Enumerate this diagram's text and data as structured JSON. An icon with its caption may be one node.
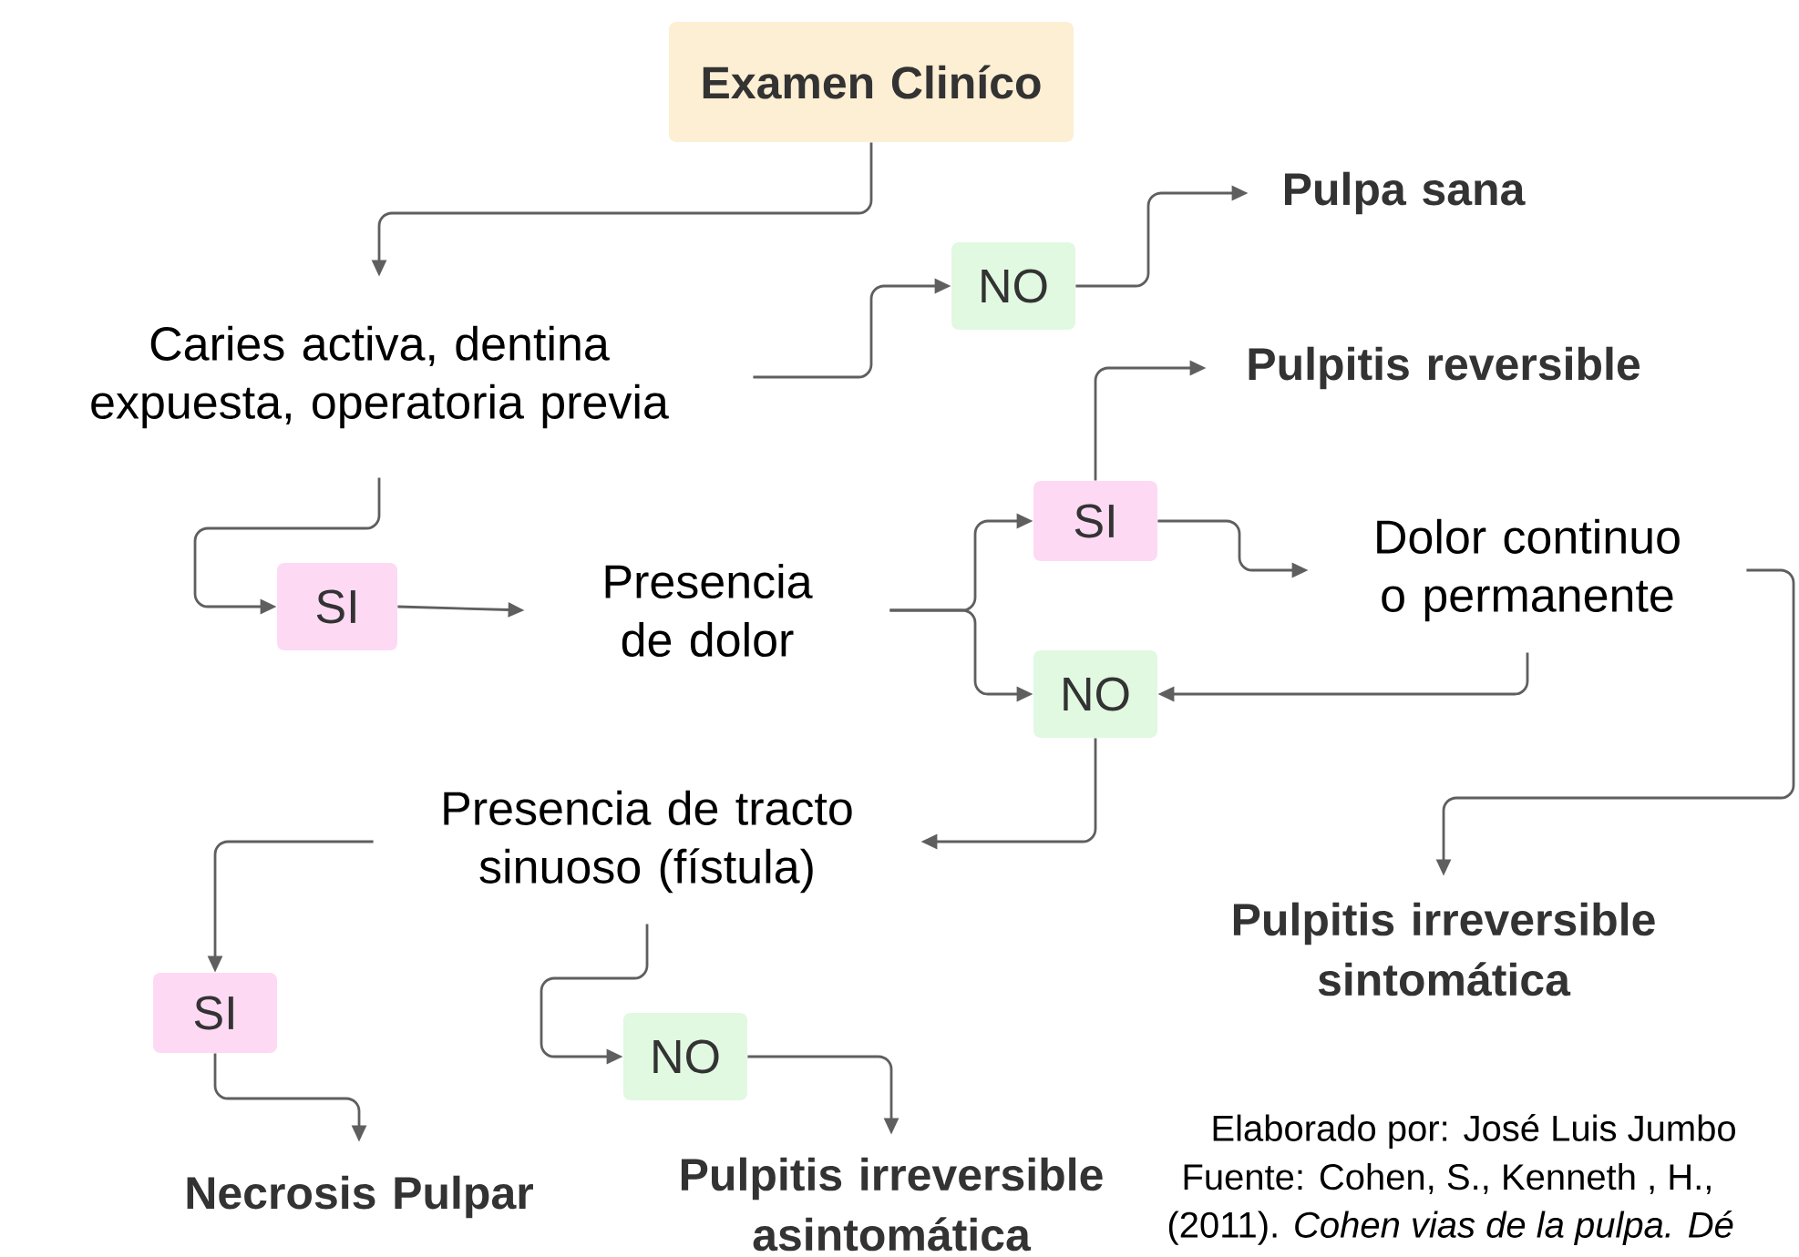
{
  "diagram": {
    "nodes": [
      {
        "text": [
          "Examen Cliníco"
        ]
      },
      {
        "text": [
          "Caries activa, dentina expuesta, operatoria previa"
        ]
      },
      {
        "text": [
          "NO"
        ]
      },
      {
        "text": [
          "Pulpa sana"
        ]
      },
      {
        "text": [
          "SI"
        ]
      },
      {
        "text": [
          "Presencia de dolor"
        ]
      },
      {
        "text": [
          "SI"
        ]
      },
      {
        "text": [
          "Pulpitis reversible"
        ]
      },
      {
        "text": [
          "Dolor continuo o permanente"
        ]
      },
      {
        "text": [
          "NO"
        ]
      },
      {
        "text": [
          "Presencia de tracto sinuoso (fístula)"
        ]
      },
      {
        "text": [
          "Pulpitis irreversible sintomática"
        ]
      },
      {
        "text": [
          "SI"
        ]
      },
      {
        "text": [
          "Necrosis Pulpar"
        ]
      },
      {
        "text": [
          "NO"
        ]
      },
      {
        "text": [
          "Pulpitis irreversible asintomática"
        ]
      }
    ],
    "edges": [
      {
        "from": 0,
        "to": 1,
        "arrow": "to"
      },
      {
        "from": 1,
        "to": 2,
        "arrow": "to"
      },
      {
        "from": 2,
        "to": 3,
        "arrow": "to"
      },
      {
        "from": 1,
        "to": 4,
        "arrow": "to"
      },
      {
        "from": 4,
        "to": 5,
        "arrow": "to"
      },
      {
        "from": 5,
        "to": 6,
        "arrow": "to"
      },
      {
        "from": 5,
        "to": 9,
        "arrow": "to"
      },
      {
        "from": 6,
        "to": 7,
        "arrow": "to"
      },
      {
        "from": 6,
        "to": 8,
        "arrow": "to"
      },
      {
        "from": 8,
        "to": 9,
        "arrow": "to"
      },
      {
        "from": 8,
        "to": 11,
        "arrow": "to"
      },
      {
        "from": 9,
        "to": 10,
        "arrow": "to"
      },
      {
        "from": 10,
        "to": 12,
        "arrow": "to"
      },
      {
        "from": 12,
        "to": 13,
        "arrow": "to"
      },
      {
        "from": 10,
        "to": 14,
        "arrow": "to"
      },
      {
        "from": 14,
        "to": 15,
        "arrow": "to"
      }
    ],
    "labels": [
      "Elaborado por: José Luis Jumbo",
      "Fuente: Cohen, S., Kenneth , H.,",
      "(2011). *Cohen vias de la pulpa. Dé*"
    ]
  }
}
